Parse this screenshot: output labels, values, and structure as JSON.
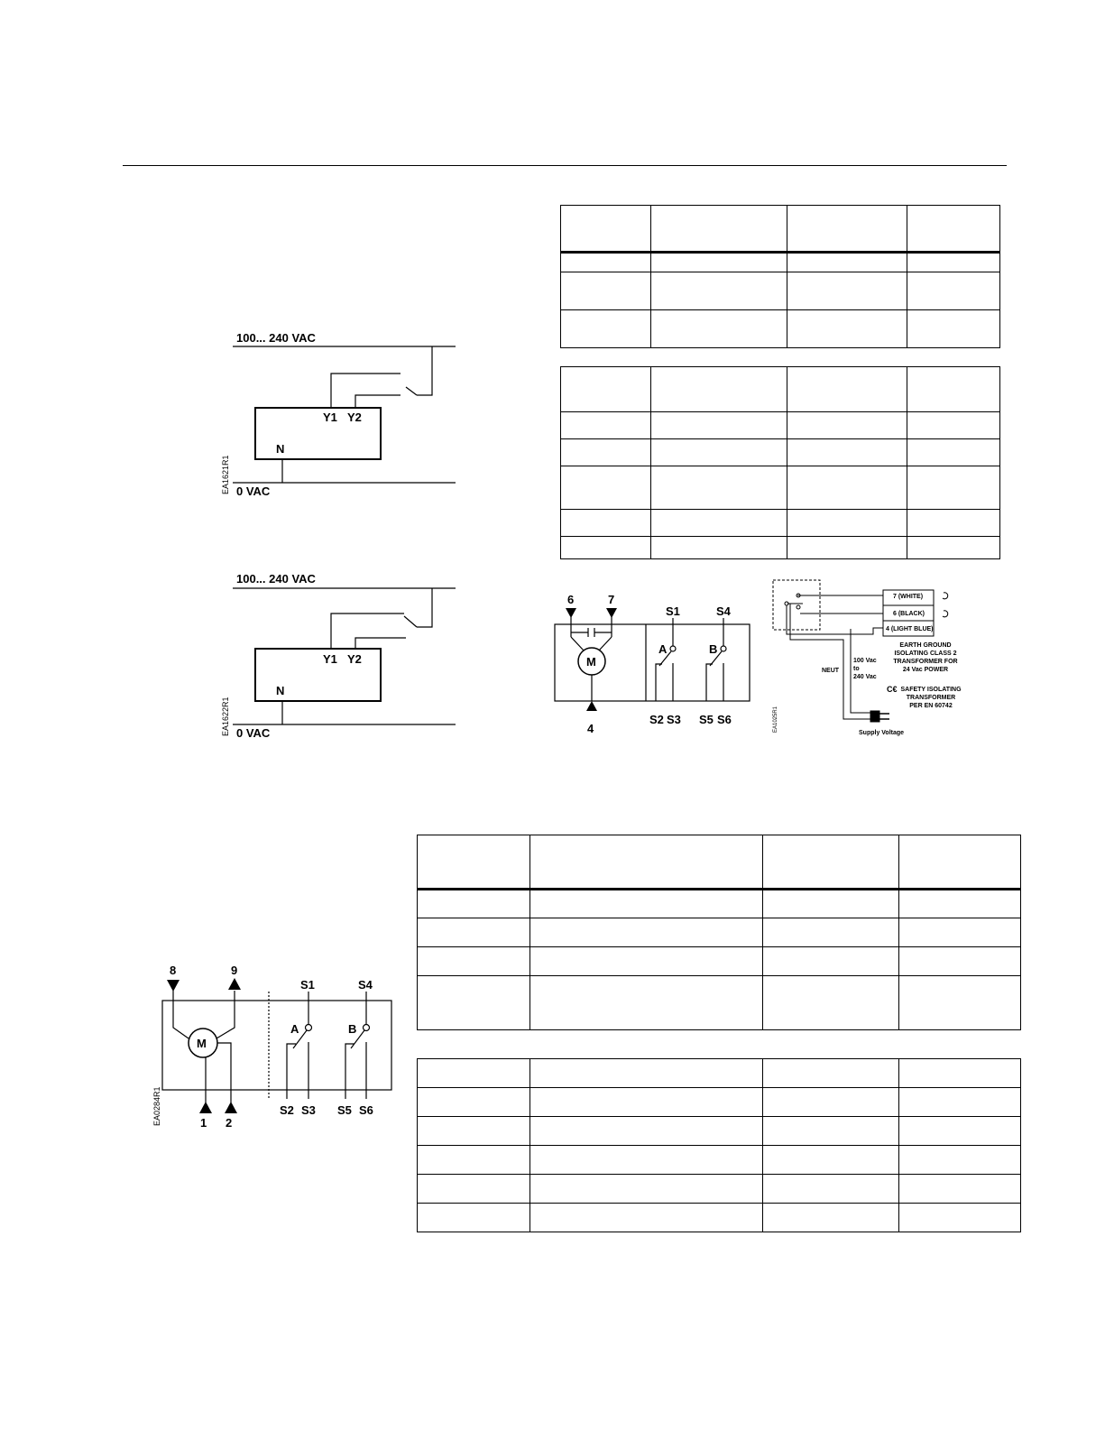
{
  "diagram1": {
    "supply_label": "100... 240 VAC",
    "neutral_label": "0 VAC",
    "terminal_y1": "Y1",
    "terminal_y2": "Y2",
    "terminal_n": "N",
    "code": "EA1621R1"
  },
  "diagram2": {
    "supply_label": "100... 240 VAC",
    "neutral_label": "0 VAC",
    "terminal_y1": "Y1",
    "terminal_y2": "Y2",
    "terminal_n": "N",
    "code": "EA1622R1"
  },
  "diagram3": {
    "terminal_6": "6",
    "terminal_7": "7",
    "terminal_4": "4",
    "motor": "M",
    "s1": "S1",
    "s4": "S4",
    "switch_a": "A",
    "switch_b": "B",
    "s2": "S2",
    "s3": "S3",
    "s5": "S5",
    "s6": "S6",
    "code": "EA1025R1"
  },
  "diagram4": {
    "wire_white": "7 (WHITE)",
    "wire_black": "6 (BLACK)",
    "wire_blue": "4 (LIGHT BLUE)",
    "note_line1": "EARTH GROUND",
    "note_line2": "ISOLATING CLASS 2",
    "note_line3": "TRANSFORMER FOR",
    "note_line4": "24 Vac POWER",
    "ce_mark": "C€",
    "safety_line1": "SAFETY ISOLATING",
    "safety_line2": "TRANSFORMER",
    "safety_line3": "PER EN 60742",
    "neut_label": "NEUT",
    "v_line1": "100 Vac",
    "v_line2": "to",
    "v_line3": "240 Vac",
    "supply_label": "Supply Voltage"
  },
  "diagram5": {
    "terminal_8": "8",
    "terminal_9": "9",
    "terminal_1": "1",
    "terminal_2": "2",
    "motor": "M",
    "s1": "S1",
    "s4": "S4",
    "switch_a": "A",
    "switch_b": "B",
    "s2": "S2",
    "s3": "S3",
    "s5": "S5",
    "s6": "S6",
    "code": "EA0284R1"
  }
}
